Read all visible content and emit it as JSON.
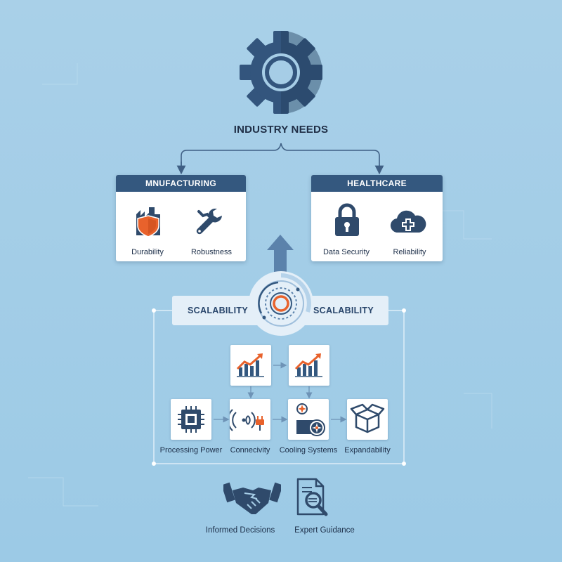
{
  "title": "INDUSTRY NEEDS",
  "sectors": [
    {
      "name": "MNUFACTURING",
      "items": [
        {
          "label": "Durability",
          "icon": "shield-factory-icon"
        },
        {
          "label": "Robustness",
          "icon": "wrench-icon"
        }
      ]
    },
    {
      "name": "HEALTHCARE",
      "items": [
        {
          "label": "Data Security",
          "icon": "padlock-icon"
        },
        {
          "label": "Reliability",
          "icon": "cloud-medical-icon"
        }
      ]
    }
  ],
  "scalability": {
    "left": "SCALABILITY",
    "right": "SCALABILITY"
  },
  "components": [
    {
      "label": "Processing Power",
      "icon": "cpu-chip-icon"
    },
    {
      "label": "Connecivity",
      "icon": "wireless-plug-icon"
    },
    {
      "label": "Cooling Systems",
      "icon": "cooling-fan-icon"
    },
    {
      "label": "Expandability",
      "icon": "box-icon"
    }
  ],
  "outcomes": [
    {
      "label": "Informed Decisions",
      "icon": "handshake-icon"
    },
    {
      "label": "Expert Guidance",
      "icon": "document-magnifier-icon"
    }
  ],
  "colors": {
    "navy": "#34587f",
    "dark_icon": "#2f4a6b",
    "accent": "#e8622c",
    "background": "#a4cde7"
  }
}
